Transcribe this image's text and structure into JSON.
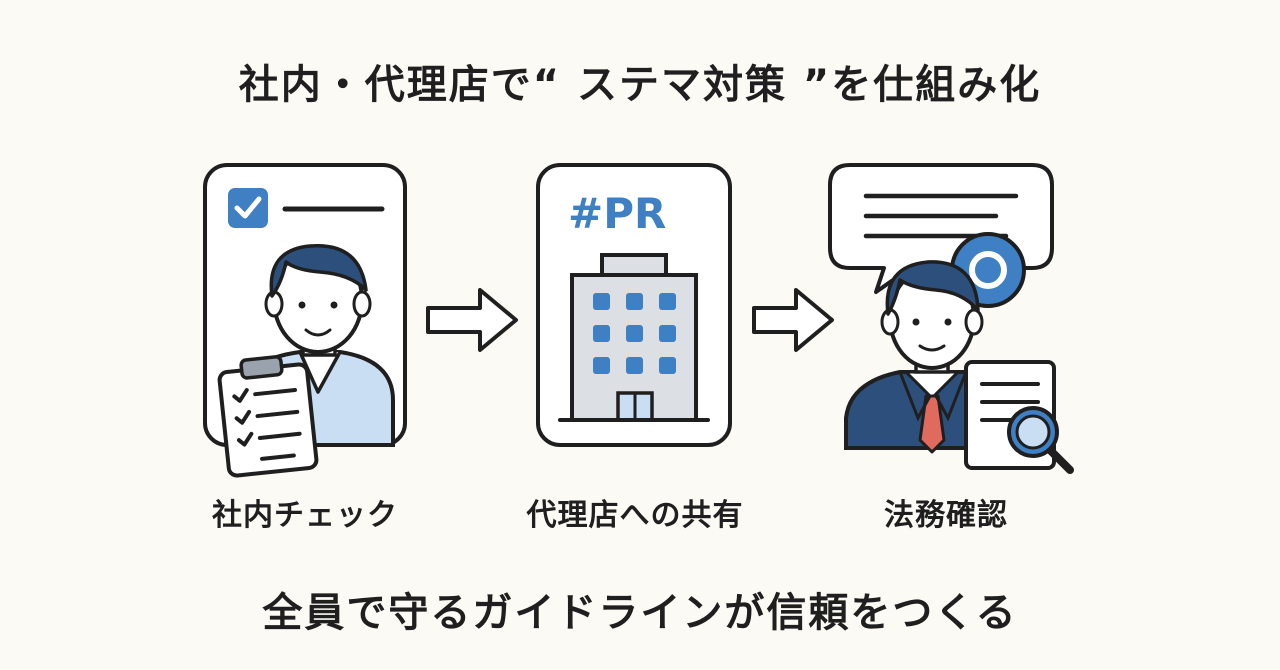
{
  "title": "社内・代理店で“ ステマ対策 ”を仕組み化",
  "steps": [
    {
      "label": "社内チェック",
      "icon": "employee-checklist-icon"
    },
    {
      "label": "代理店への共有",
      "icon": "agency-building-icon",
      "badge": "#PR"
    },
    {
      "label": "法務確認",
      "icon": "legal-review-icon"
    }
  ],
  "footer": "全員で守るガイドラインが信頼をつくる",
  "colors": {
    "background": "#fcfaf5",
    "accent_blue": "#3f7fc4",
    "navy": "#2d4f7c",
    "tie_red": "#e06a5e",
    "outline": "#1f1f1f"
  }
}
